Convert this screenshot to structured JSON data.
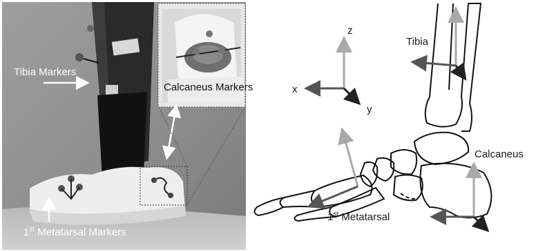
{
  "photo": {
    "labels": {
      "tibia_markers": "Tibia Markers",
      "calcaneus_markers": "Calcaneus Markers",
      "metatarsal_markers_sup": "st",
      "metatarsal_markers_num": "1",
      "metatarsal_markers_text": " Metatarsal Markers"
    }
  },
  "diagram": {
    "axes": {
      "x": "x",
      "y": "y",
      "z": "z"
    },
    "labels": {
      "tibia": "Tibia",
      "calcaneus": "Calcaneus",
      "metatarsal_num": "1",
      "metatarsal_sup": "st",
      "metatarsal_text": " Metatarsal"
    }
  },
  "colors": {
    "light_arrow": "#a9a9a9",
    "dark_arrow": "#555555",
    "outline": "#111111"
  }
}
